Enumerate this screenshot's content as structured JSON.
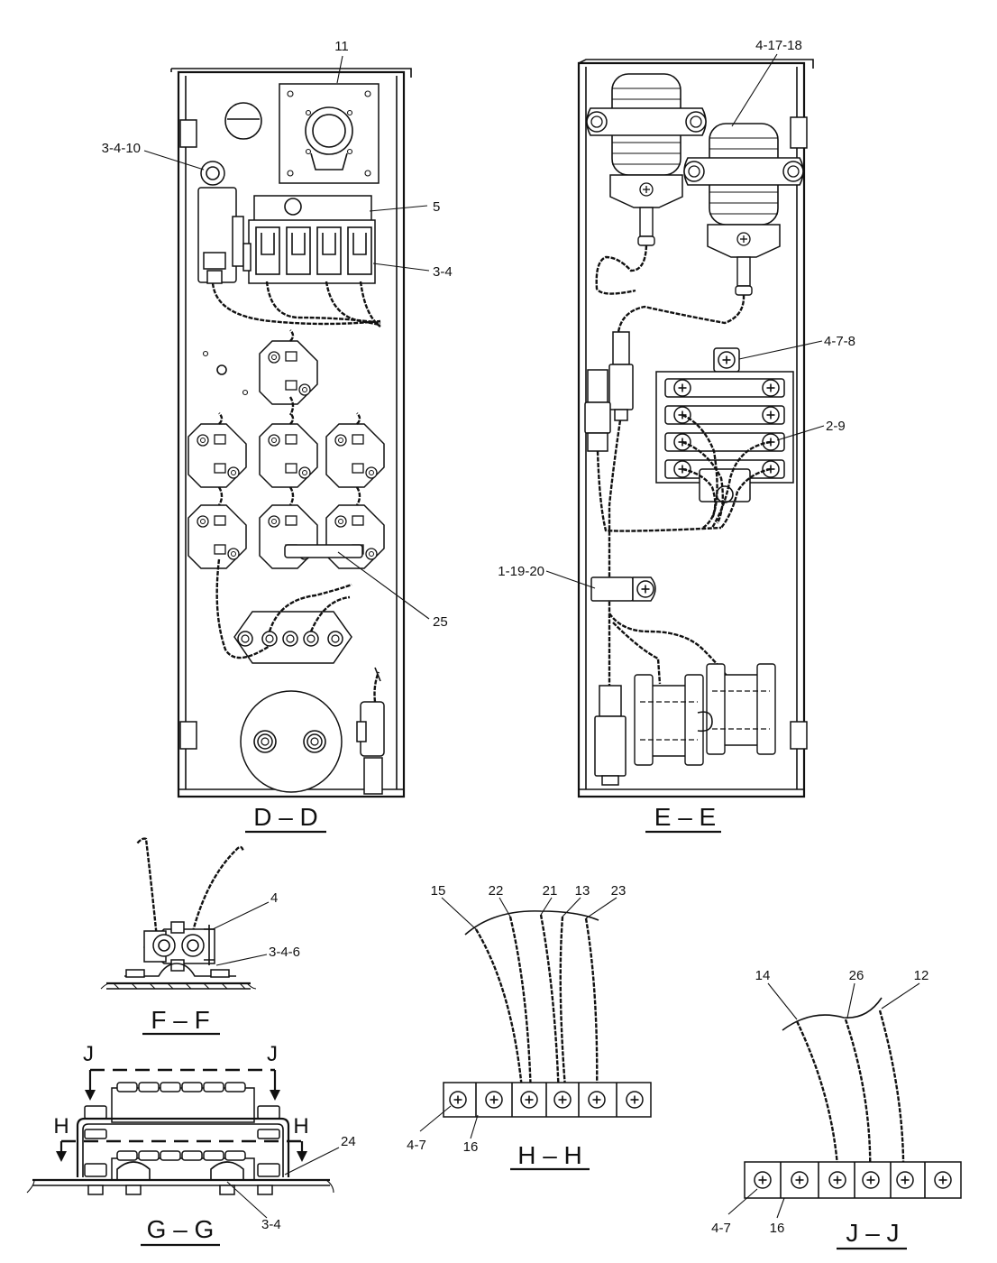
{
  "views": {
    "dd": {
      "title": "D – D"
    },
    "ee": {
      "title": "E – E"
    },
    "ff": {
      "title": "F – F"
    },
    "gg": {
      "title": "G – G"
    },
    "hh": {
      "title": "H – H"
    },
    "jj": {
      "title": "J – J"
    }
  },
  "callouts": {
    "dd": [
      "11",
      "3-4-10",
      "5",
      "3-4",
      "25"
    ],
    "ee": [
      "4-17-18",
      "4-7-8",
      "2-9",
      "1-19-20"
    ],
    "ff": [
      "4",
      "3-4-6"
    ],
    "gg": [
      "J",
      "J",
      "H",
      "H",
      "24",
      "3-4"
    ],
    "hh": [
      "15",
      "22",
      "21",
      "13",
      "23",
      "4-7",
      "16"
    ],
    "jj": [
      "14",
      "26",
      "12",
      "4-7",
      "16"
    ]
  }
}
